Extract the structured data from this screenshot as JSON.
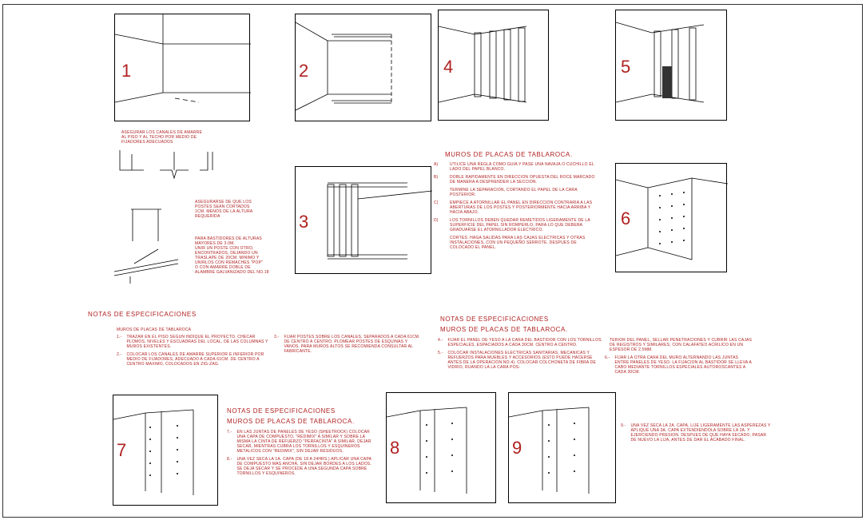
{
  "panels": {
    "p1": "1",
    "p2": "2",
    "p3": "3",
    "p4": "4",
    "p5": "5",
    "p6": "6",
    "p7": "7",
    "p8": "8",
    "p9": "9"
  },
  "left_notes": {
    "note1": [
      "ASEGURAR LOS CANALES DE AMARRE",
      "AL PISO Y AL TECHO POR MEDIO DE",
      "FIJADORES ADECUADOS"
    ],
    "note2": [
      "ASEGURARSE DE QUE LOS",
      "POSTES SEAN CORTADOS",
      "1cm. MENOS DE LA ALTURA",
      "REQUERIDA"
    ],
    "note3": [
      "PARA BASTIDORES DE ALTURAS",
      "MAYORES DE 3.0m.",
      "UNIR UN POSTE CON OTRO,",
      "ENCONTRADOS, DEJANDO UN",
      "TRASLAPE DE 20cm. MINIMO Y",
      "UNIRLOS CON REMACHES \"POP\"",
      "O CON AMARRE DOBLE DE",
      "ALAMBRE GALVANIZADO DEL No.18"
    ]
  },
  "muros_upper": {
    "title": "MUROS DE PLACAS DE TABLAROCA.",
    "items": [
      {
        "label": "A)",
        "text": "UTILICE UNA REGLA COMO GUIA Y PASE UNA NAVAJA O CUCHILLO EL LADO DEL PAPEL BLANCO."
      },
      {
        "label": "B)",
        "text": "DOBLE RAPIDAMENTE EN DIRECCION OPUESTA DEL ROCE MARCADO DE MANERA A DESPRENDER LA SECCION."
      },
      {
        "label": "",
        "text": "TERMINE LA SEPARACION, CORTANDO EL PAPEL DE LA CARA POSTERIOR."
      },
      {
        "label": "C)",
        "text": "EMPIECE A ATORNILLAR EL PANEL EN DIRECCION CONTRARIA A LAS ABERTURAS DE LOS POSTES Y POSTERIORMENTE HACIA ARRIBA Y HACIA ABAJO."
      },
      {
        "label": "D)",
        "text": "LOS TORNILLOS DEBEN QUEDAR REMETIDOS LIGERAMENTE DE LA SUPERFICIE DEL PAPEL SIN ROMPERLO, PARA LO QUE DEBERA GRADUARSE EL ATORNILLADOR ELECTRICO."
      },
      {
        "label": "",
        "text": "CORTES: HAGA SALIDAS PARA LAS CAJAS ELECTRICAS Y OTRAS INSTALACIONES, CON UN PEQUEÑO SERROTE. DESPUES DE COLOCADO EL PANEL."
      }
    ]
  },
  "notas_left": {
    "title": "NOTAS DE ESPECIFICACIONES",
    "subtitle": "MUROS DE PLACAS DE TABLAROCA",
    "col1": [
      {
        "label": "1.-",
        "text": "TRAZAR EN EL PISO SEGUN INDIQUE EL PROYECTO. CHECAR PLOMOS, NIVELES Y ESCUADRAS DEL LOCAL, DE LAS COLUMNAS Y MUROS EXISTENTES."
      },
      {
        "label": "2.-",
        "text": "COLOCAR LOS CANALES DE AMARRE SUPERIOR E INFERIOR POR MEDIO DE FIJADORES, ADECUADO A CADA 61cm. DE CENTRO A CENTRO MAXIMO, COLOCADOS EN ZIG-ZAG."
      }
    ],
    "col2": [
      {
        "label": "3.-",
        "text": "FIJAR POSTES SOBRE LOS CANALES, SEPARADOS A CADA 61cm. DE CENTRO A CENTRO. PLOMEAR POSTES DE ESQUINAS Y VANOS. PARA MUROS ALTOS SE RECOMIENDA CONSULTAR AL FABRICANTE."
      }
    ]
  },
  "notas_right": {
    "title": "NOTAS DE ESPECIFICACIONES",
    "subtitle": "MUROS DE PLACAS DE TABLAROCA.",
    "col1": [
      {
        "label": "4.-",
        "text": "FIJAR EL PANEL DE YESO A LA CARA DEL BASTIDOR CON LOS TORNILLOS ESPECIALES, ESPACIADOS A CADA 30cm. CENTRO A CENTRO."
      },
      {
        "label": "5.-",
        "text": "COLOCAR INSTALACIONES ELECTRICAS SANITARIAS, MECANICAS Y REFUERZOS PARA MUEBLES Y ACCESORIOS (ESTO PUEDE HACERSE ANTES DE LA OPERACION No.4). COLOCAR COLCHONETA DE FIBRA DE VIDRIO, RUANDO LA LA CARA POS-"
      }
    ],
    "col2": [
      {
        "label": "",
        "text": "TERIOR DEL PANEL, SELLAR PENETRACIONES Y CUBRIR LAS CAJAS DE REGISTROS Y SIMILARES, CON CALAFATEO ACRILICO EN UN ESPESOR DE 2.5mm."
      },
      {
        "label": "6.-",
        "text": "FIJAR LA OTRA CARA DEL MURO ALTERNANDO LAS JUNTAS ENTRE PANELES DE YESO. LA FIJACION AL BASTIDOR SE LLEVA A CABO MEDIANTE TORNILLOS ESPECIALES AUTOROSCANTES A CADA 30cm."
      }
    ]
  },
  "notas_bottom": {
    "title": "NOTAS DE ESPECIFICACIONES",
    "subtitle": "MUROS DE PLACAS DE TABLAROCA.",
    "items": [
      {
        "label": "7.-",
        "text": "EN LAS JUNTAS DE PANELES DE YESO (SHEETROCK) COLOCAR UNA CAPA DE COMPUESTO, \"REDIMIX\" A SIMILAR Y SOBRE LA MISMA LA CINTA DE REFUERZO \"PERFACINTA\" A SIMILAR, DEJAR SECAR, MIENTRAS CUBRA LOS TORNILLOS Y ESQUINEROS METALICOS CON \"REDIMIX\", SIN DEJAR RESIDUOS."
      },
      {
        "label": "8.-",
        "text": "UNA VEZ SECA LA 1a. CAPA (DE 18 A 24hrs.) APLICAR UNA CAPA DE COMPUESTO MAS ANCHA, SIN DEJAR BORDES A LOS LADOS. SE DEJA SECAR Y SE PROCEDE A UNA SEGUNDA CAPA SOBRE TORNILLOS Y ESQUINEROS."
      }
    ]
  },
  "note_9": {
    "label": "9.-",
    "text": "UNA VEZ SECA LA 2a. CAPA, LIJE LIGERAMENTE LAS ASPEREZAS Y APLIQUE UNA 3a. CAPA EXTENDIENDOLA SOBRE LA 2a. Y EJERCIENDO PRESION. DESPUES DE QUE HAYA SECADO, PASAR DE NUEVO LA LIJA, ANTES DE DAR EL ACABADO FINAL."
  }
}
